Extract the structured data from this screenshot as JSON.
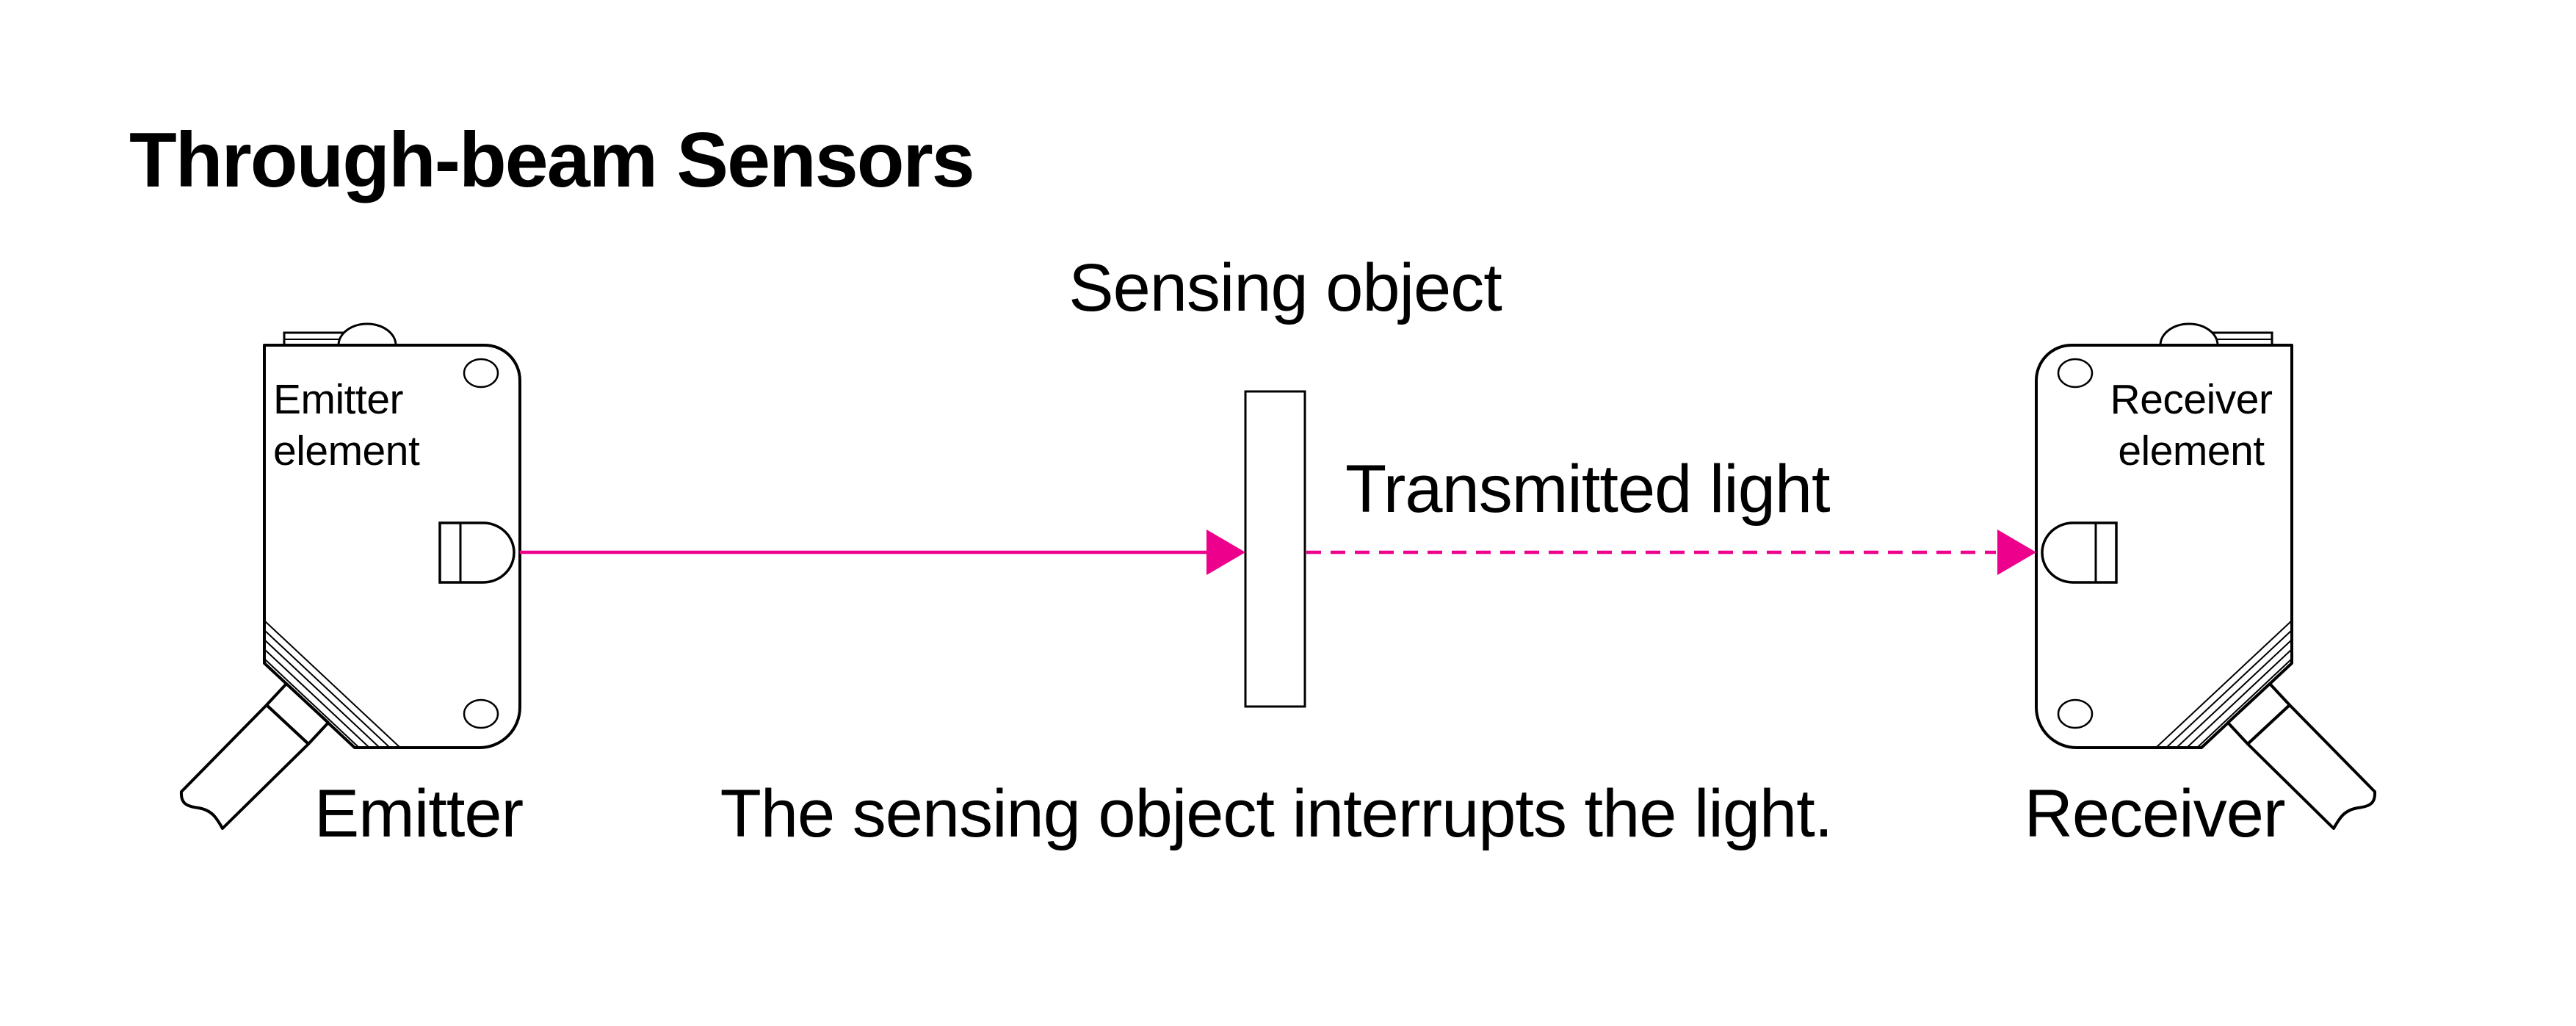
{
  "title": "Through-beam Sensors",
  "colors": {
    "beam": "#EC008C",
    "ink": "#000000",
    "background": "#FFFFFF"
  },
  "labels": {
    "sensing_object": "Sensing object",
    "transmitted_light": "Transmitted light",
    "caption": "The sensing object interrupts the light."
  },
  "emitter": {
    "element_label": "Emitter element",
    "device_label": "Emitter"
  },
  "receiver": {
    "element_label": "Receiver element",
    "device_label": "Receiver"
  }
}
